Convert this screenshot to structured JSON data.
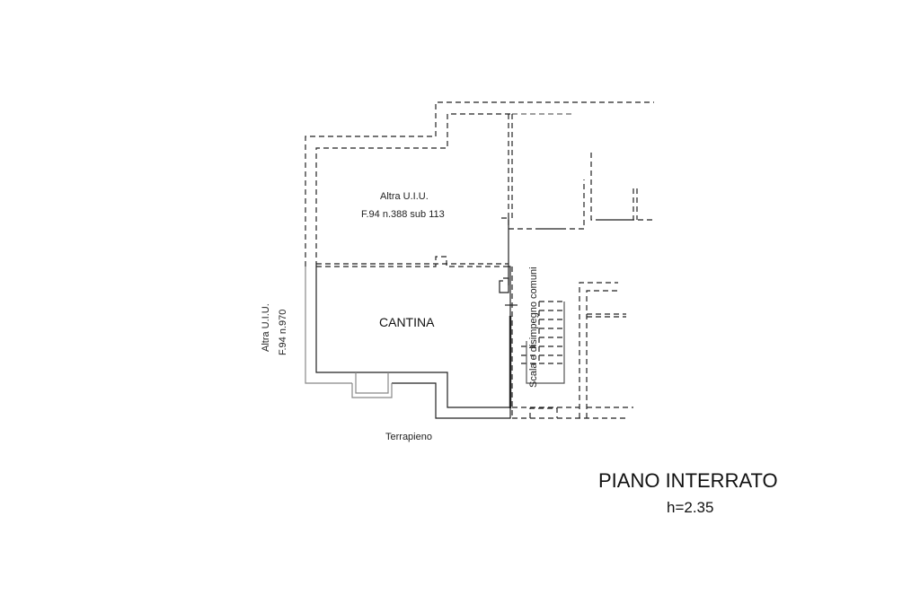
{
  "plan": {
    "upper_unit": {
      "name": "Altra U.I.U.",
      "ref": "F.94 n.388 sub 113"
    },
    "left_unit": {
      "name": "Altra U.I.U.",
      "ref": "F.94 n.970"
    },
    "room": "CANTINA",
    "common_area": "Scala e disimpegno comuni",
    "bottom_label": "Terrapieno"
  },
  "title": "PIANO INTERRATO",
  "height": "h=2.35"
}
